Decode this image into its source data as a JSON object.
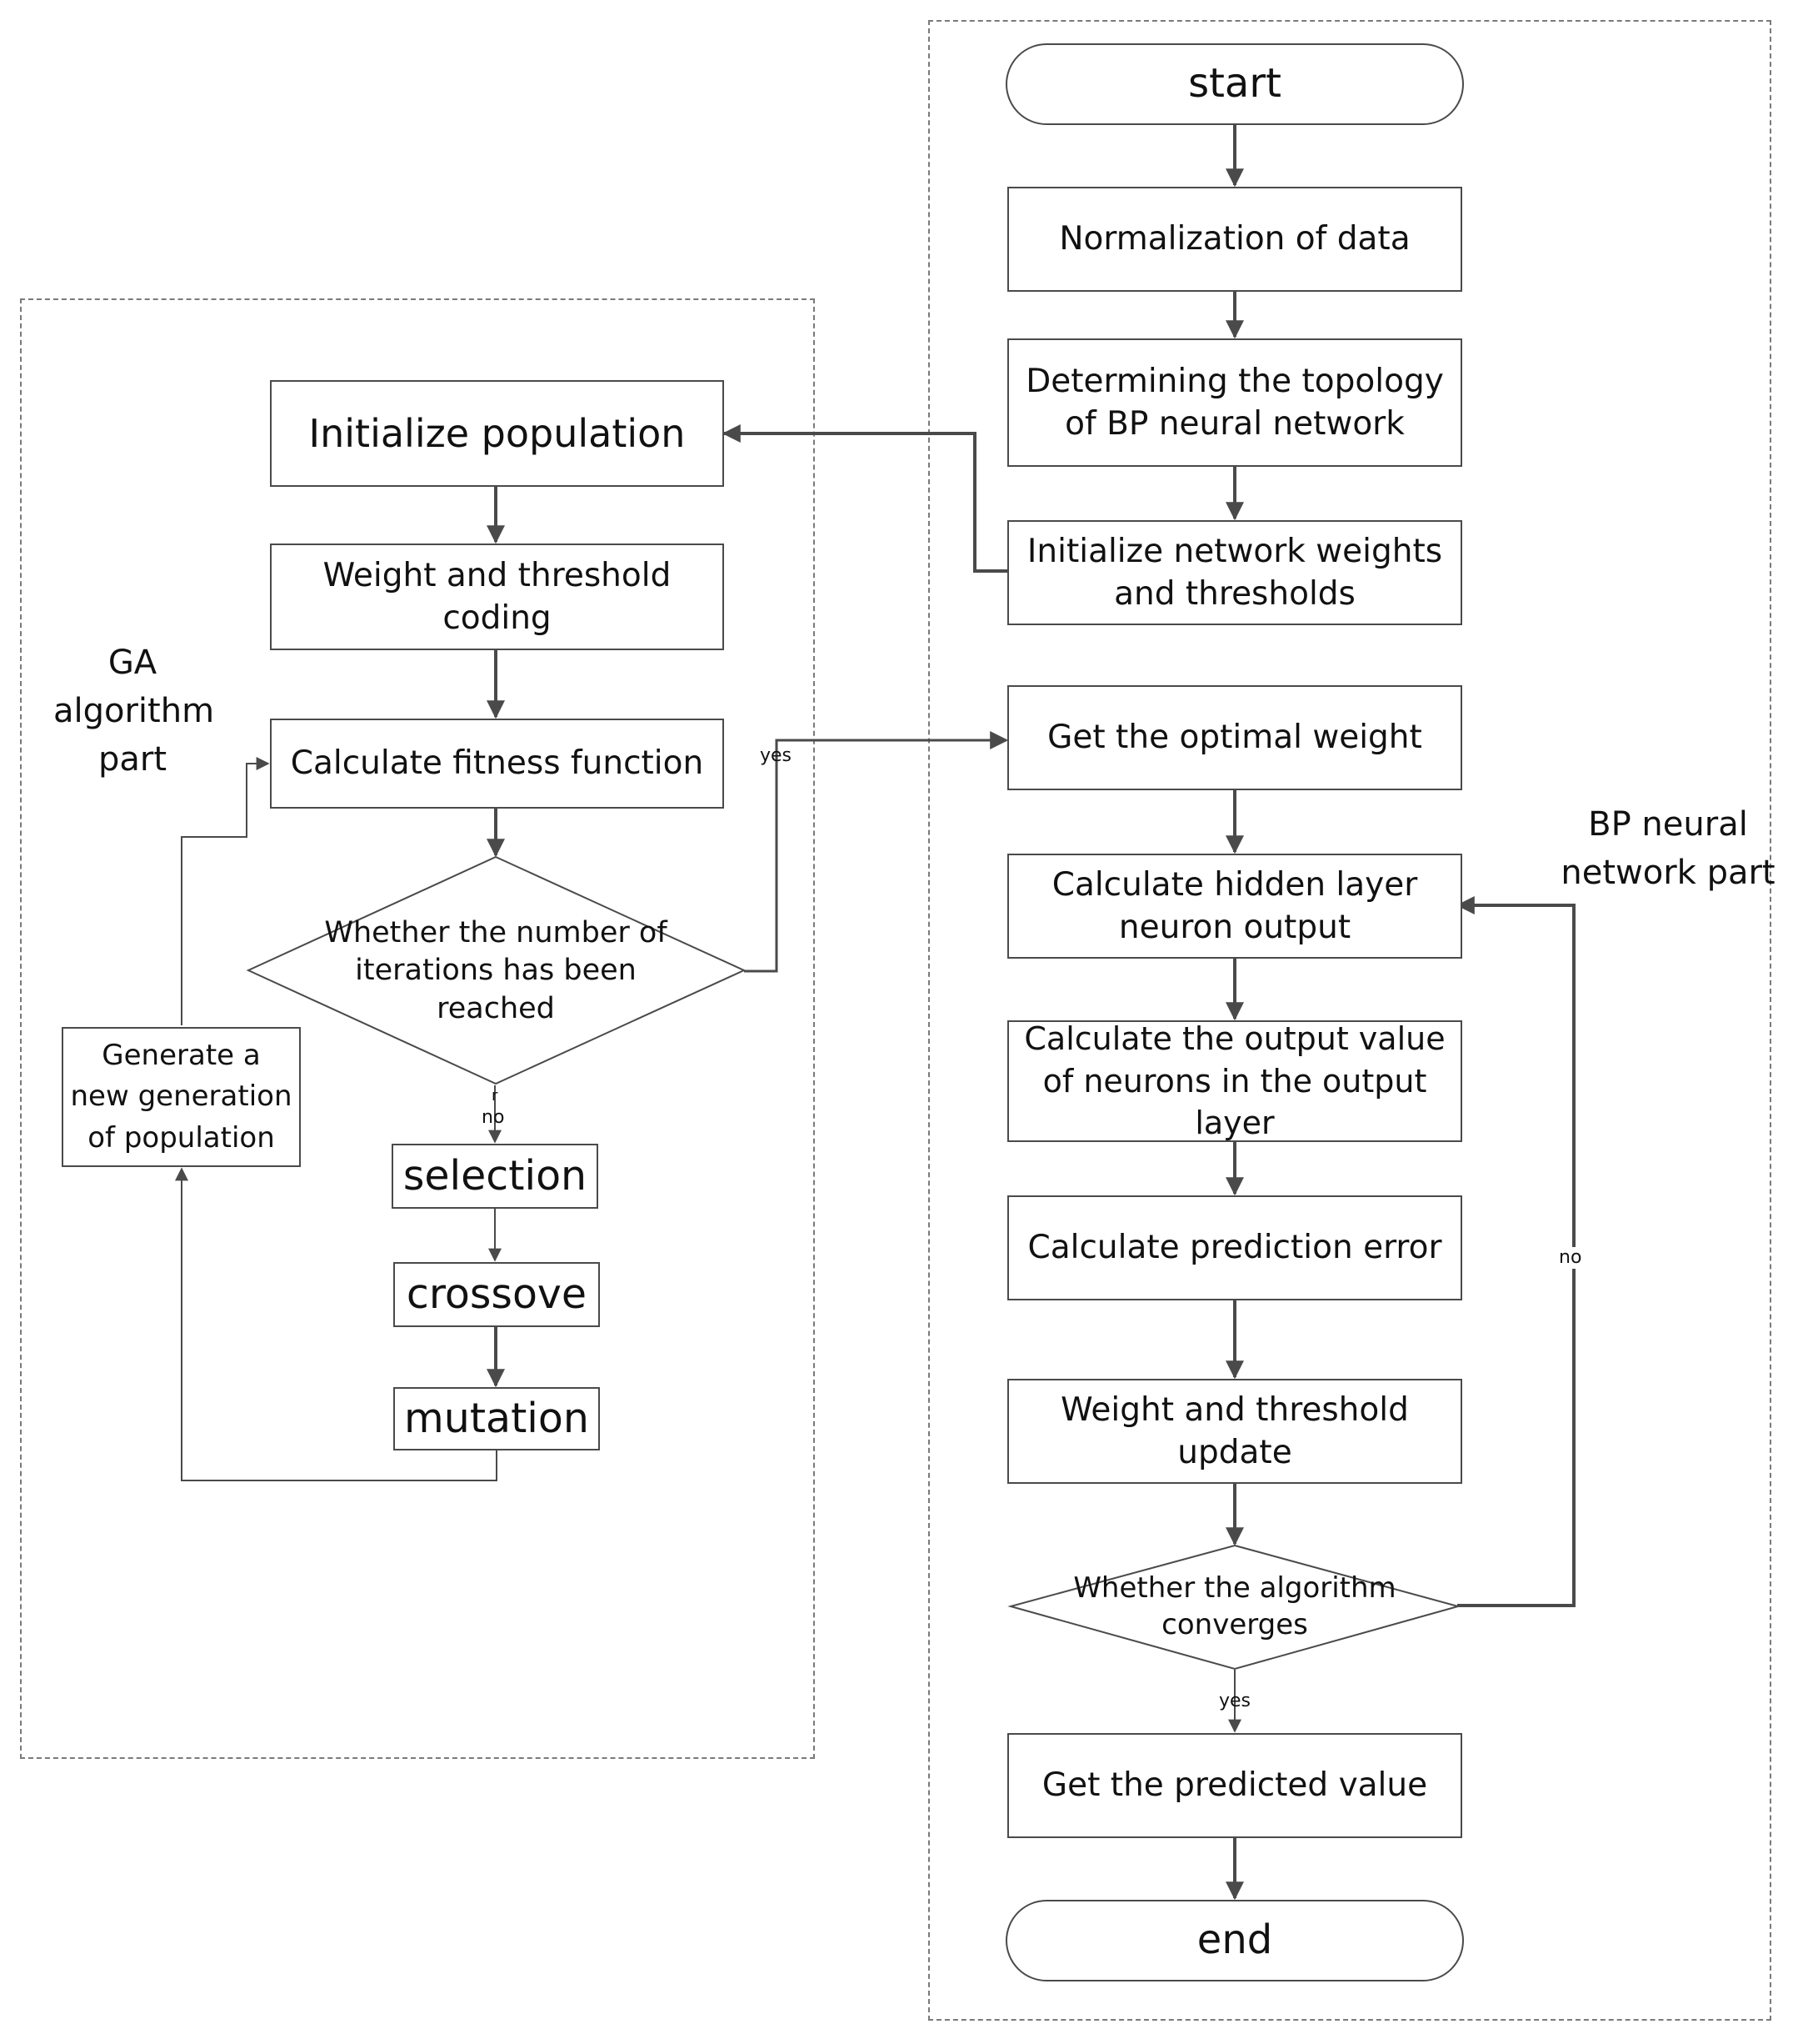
{
  "groups": {
    "ga_label": "GA algorithm part",
    "bp_label": "BP neural network part"
  },
  "bp": {
    "start": "start",
    "normalization": "Normalization of data",
    "topology": "Determining the topology of BP neural network",
    "init_weights": "Initialize network weights and thresholds",
    "optimal_weight": "Get the optimal weight",
    "hidden_output": "Calculate hidden layer neuron output",
    "output_value": "Calculate the output value of neurons in the output layer",
    "prediction_error": "Calculate prediction error",
    "update": "Weight and threshold update",
    "converges": "Whether the algorithm converges",
    "predicted_value": "Get the predicted value",
    "end": "end"
  },
  "ga": {
    "init_population": "Initialize population",
    "coding": "Weight and threshold coding",
    "fitness": "Calculate fitness function",
    "iterations": "Whether the number of iterations has been reached",
    "selection": "selection",
    "crossover": "crossove",
    "mutation": "mutation",
    "new_generation": "Generate a new generation of population"
  },
  "edges": {
    "ga_yes": "yes",
    "ga_no": "no",
    "ga_tick": "r",
    "bp_yes": "yes",
    "bp_no": "no"
  },
  "colors": {
    "line": "#4a4a4a",
    "border": "#4a4a4a",
    "group_border": "#7a7a7a"
  }
}
